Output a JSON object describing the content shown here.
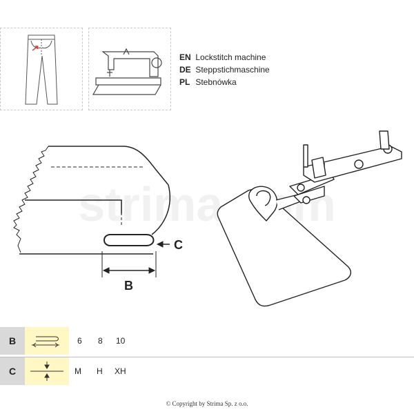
{
  "languages": [
    {
      "code": "EN",
      "text": "Lockstitch machine"
    },
    {
      "code": "DE",
      "text": "Steppstichmaschine"
    },
    {
      "code": "PL",
      "text": "Stebnówka"
    }
  ],
  "diagram": {
    "label_c": "C",
    "label_b": "B",
    "watermark": "strima.com"
  },
  "table": {
    "rows": [
      {
        "label": "B",
        "values": [
          "6",
          "8",
          "10"
        ]
      },
      {
        "label": "C",
        "values": [
          "M",
          "H",
          "XH"
        ]
      }
    ],
    "accent_color": "#fff7c4"
  },
  "footer": {
    "copyright": "© Copyright by Strima Sp. z o.o."
  }
}
